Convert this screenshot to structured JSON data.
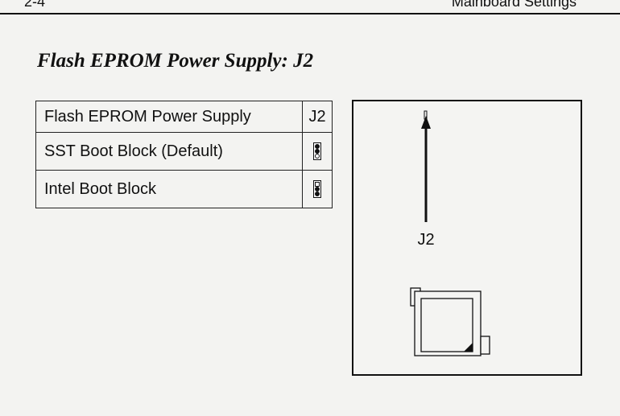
{
  "header": {
    "left": "2-4",
    "right": "Mainboard Settings"
  },
  "title": "Flash EPROM Power Supply: J2",
  "table": {
    "columns": [
      "Flash EPROM Power Supply",
      "J2"
    ],
    "rows": [
      {
        "label": "SST Boot Block (Default)",
        "jumper": "jumper-pins-1-2-closed-icon"
      },
      {
        "label": "Intel Boot Block",
        "jumper": "jumper-pins-2-3-closed-icon"
      }
    ]
  },
  "diagram": {
    "label": "J2"
  }
}
